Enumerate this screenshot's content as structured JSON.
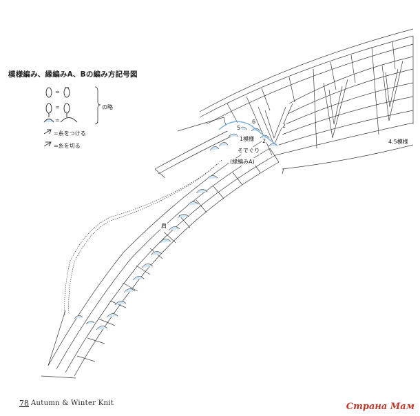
{
  "title": "模様編み、縁編みA、Bの編み方記号図",
  "legend": {
    "equals": "=",
    "abbrev_label": "の略",
    "attach_yarn": "=糸をつける",
    "cut_yarn": "=糸を切る"
  },
  "labels": {
    "pattern_repeat": "1模様",
    "sleeve_opening": "そでぐり",
    "edging_a": "(縁編みA)",
    "shoulder": "肩",
    "num_2a": "2",
    "num_2b": "2",
    "num_6": "6",
    "num_5": "5",
    "width_label": "4.5模様"
  },
  "footer": {
    "page_number": "78",
    "magazine": "Autumn & Winter Knit"
  },
  "watermark": "Страна Мам",
  "colors": {
    "line": "#3a3a3a",
    "edging_fill": "#cfe6f5",
    "watermark": "#c0392b"
  }
}
